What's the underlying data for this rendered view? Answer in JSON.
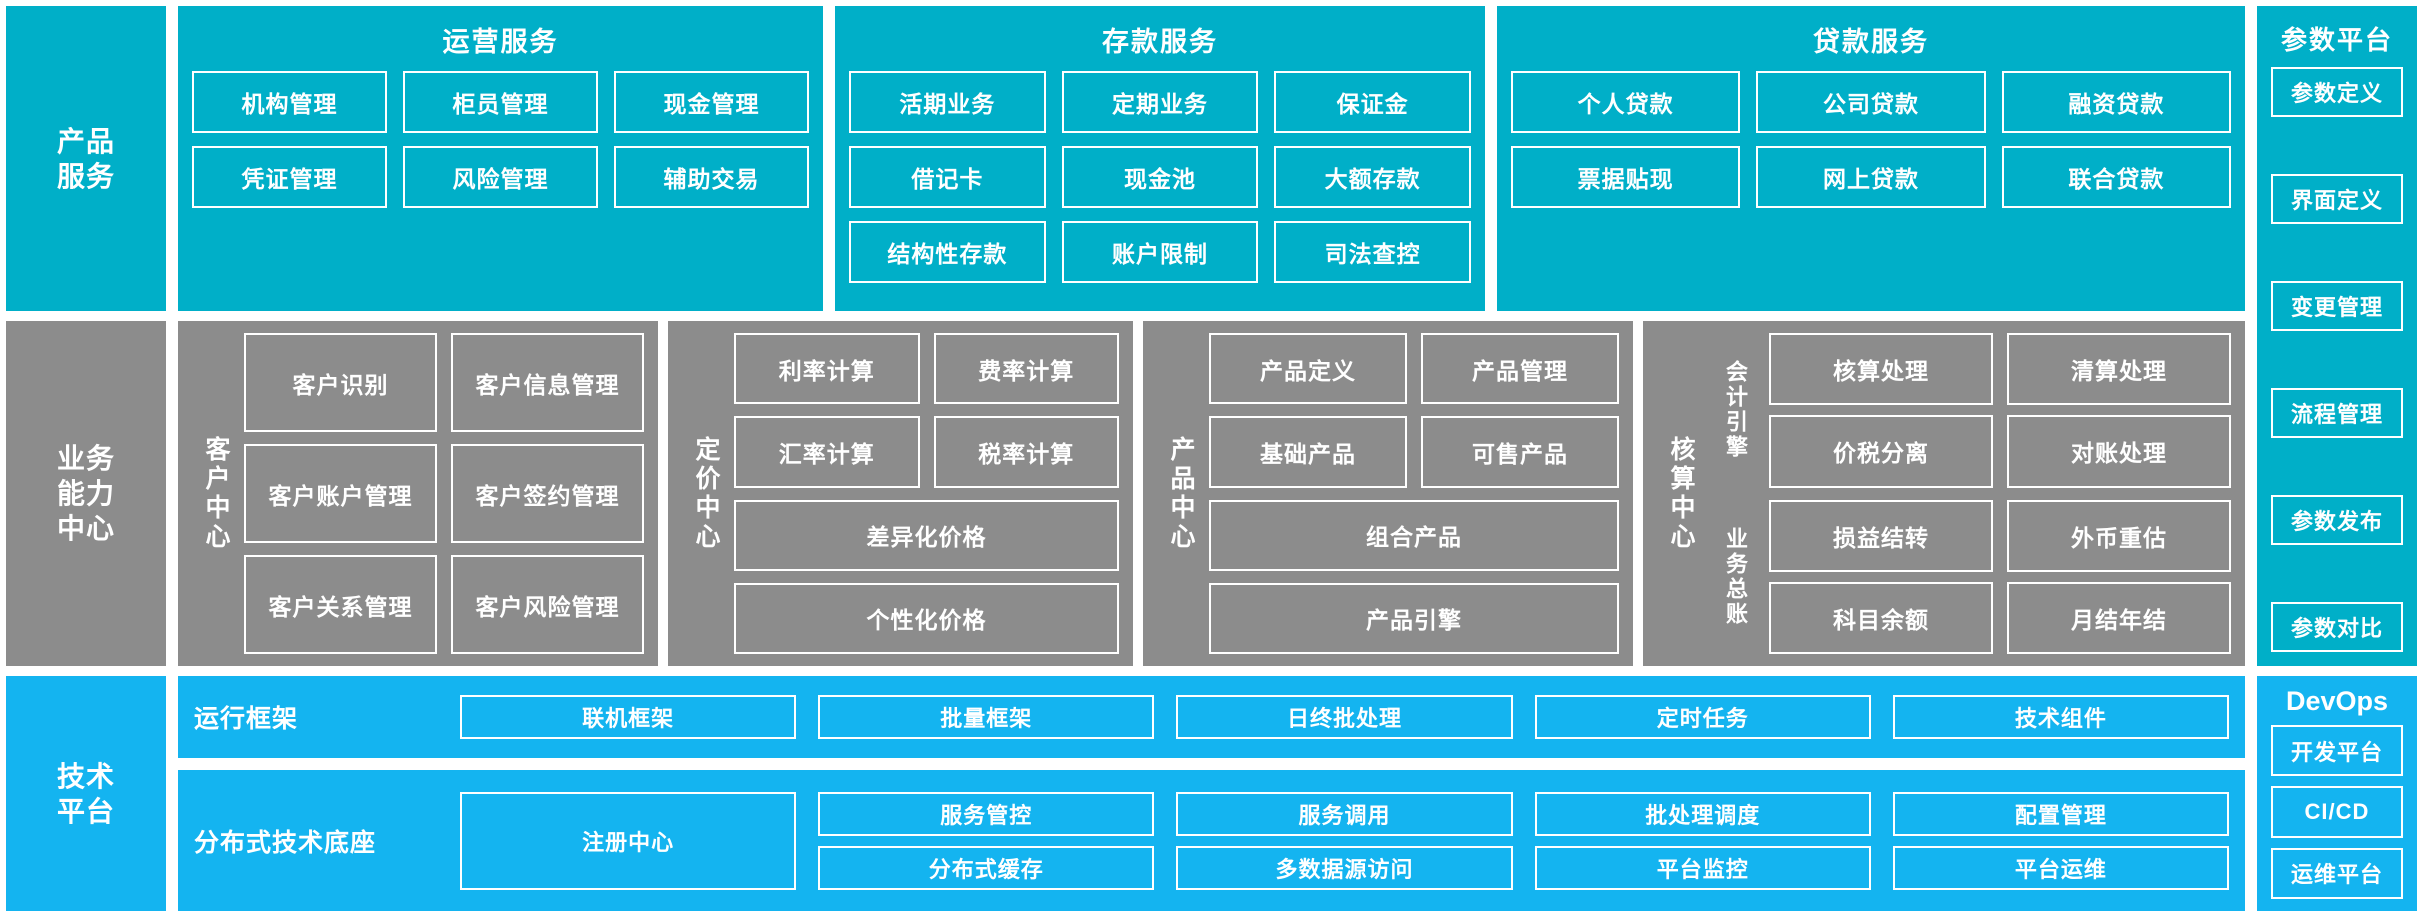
{
  "colors": {
    "cyan": "#00AFC8",
    "grey": "#8C8C8C",
    "blue": "#14B4F0",
    "tile_border": "#FFFFFF",
    "text": "#FFFFFF"
  },
  "layers": {
    "product_service": {
      "rail_label": "产品\n服务",
      "rail_line1": "产品",
      "rail_line2": "服务",
      "groups": [
        {
          "title": "运营服务",
          "tiles": [
            "机构管理",
            "柜员管理",
            "现金管理",
            "凭证管理",
            "风险管理",
            "辅助交易"
          ]
        },
        {
          "title": "存款服务",
          "tiles": [
            "活期业务",
            "定期业务",
            "保证金",
            "借记卡",
            "现金池",
            "大额存款",
            "结构性存款",
            "账户限制",
            "司法查控"
          ]
        },
        {
          "title": "贷款服务",
          "tiles": [
            "个人贷款",
            "公司贷款",
            "融资贷款",
            "票据贴现",
            "网上贷款",
            "联合贷款"
          ]
        }
      ]
    },
    "business_capability": {
      "rail_line1": "业务",
      "rail_line2": "能力",
      "rail_line3": "中心",
      "centers": [
        {
          "label": "客户中心",
          "rows": [
            [
              "客户识别",
              "客户信息管理"
            ],
            [
              "客户账户管理",
              "客户签约管理"
            ],
            [
              "客户关系管理",
              "客户风险管理"
            ]
          ]
        },
        {
          "label": "定价中心",
          "rows": [
            [
              "利率计算",
              "费率计算"
            ],
            [
              "汇率计算",
              "税率计算"
            ],
            [
              "差异化价格"
            ],
            [
              "个性化价格"
            ]
          ]
        },
        {
          "label": "产品中心",
          "rows": [
            [
              "产品定义",
              "产品管理"
            ],
            [
              "基础产品",
              "可售产品"
            ],
            [
              "组合产品"
            ],
            [
              "产品引擎"
            ]
          ]
        },
        {
          "label": "核算中心",
          "subgroups": [
            {
              "label": "会计引擎",
              "rows": [
                [
                  "核算处理",
                  "清算处理"
                ],
                [
                  "价税分离",
                  "对账处理"
                ]
              ]
            },
            {
              "label": "业务总账",
              "rows": [
                [
                  "损益结转",
                  "外币重估"
                ],
                [
                  "科目余额",
                  "月结年结"
                ]
              ]
            }
          ]
        }
      ]
    },
    "technology_platform": {
      "rail_line1": "技术",
      "rail_line2": "平台",
      "strips": [
        {
          "label": "运行框架",
          "tiles": [
            "联机框架",
            "批量框架",
            "日终批处理",
            "定时任务",
            "技术组件"
          ]
        },
        {
          "label": "分布式技术底座",
          "wide_tile": "注册中心",
          "tiles_row1": [
            "服务管控",
            "服务调用",
            "批处理调度",
            "配置管理"
          ],
          "tiles_row2": [
            "分布式缓存",
            "多数据源访问",
            "平台监控",
            "平台运维"
          ]
        }
      ]
    }
  },
  "side_panels": {
    "parameter_platform": {
      "title": "参数平台",
      "items": [
        "参数定义",
        "界面定义",
        "变更管理",
        "流程管理",
        "参数发布",
        "参数对比"
      ]
    },
    "devops": {
      "title": "DevOps",
      "items": [
        "开发平台",
        "CI/CD",
        "运维平台"
      ]
    }
  }
}
